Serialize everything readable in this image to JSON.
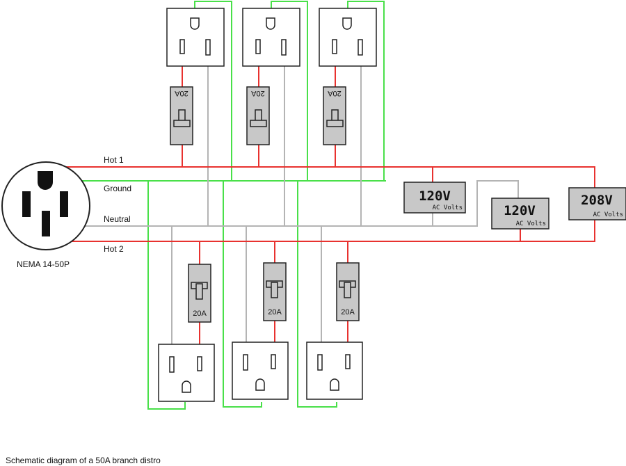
{
  "labels": {
    "hot1": "Hot 1",
    "ground": "Ground",
    "neutral": "Neutral",
    "hot2": "Hot 2",
    "plug": "NEMA 14-50P",
    "caption": "Schematic diagram of a 50A branch distro"
  },
  "breakers": {
    "top": [
      "20A",
      "20A",
      "20A"
    ],
    "bottom": [
      "20A",
      "20A",
      "20A"
    ]
  },
  "meters": [
    {
      "value": "120V",
      "unit": "AC Volts"
    },
    {
      "value": "120V",
      "unit": "AC Volts"
    },
    {
      "value": "208V",
      "unit": "AC Volts"
    }
  ],
  "colors": {
    "hot": "#e8322f",
    "ground": "#49e049",
    "neutral": "#b4b4b4",
    "breaker": "#c8c8c8",
    "meter": "#c8c8c8"
  },
  "icons": {
    "plug": "nema-14-50p-plug-icon",
    "outlet": "nema-5-20-outlet-icon",
    "breaker": "circuit-breaker-icon"
  }
}
